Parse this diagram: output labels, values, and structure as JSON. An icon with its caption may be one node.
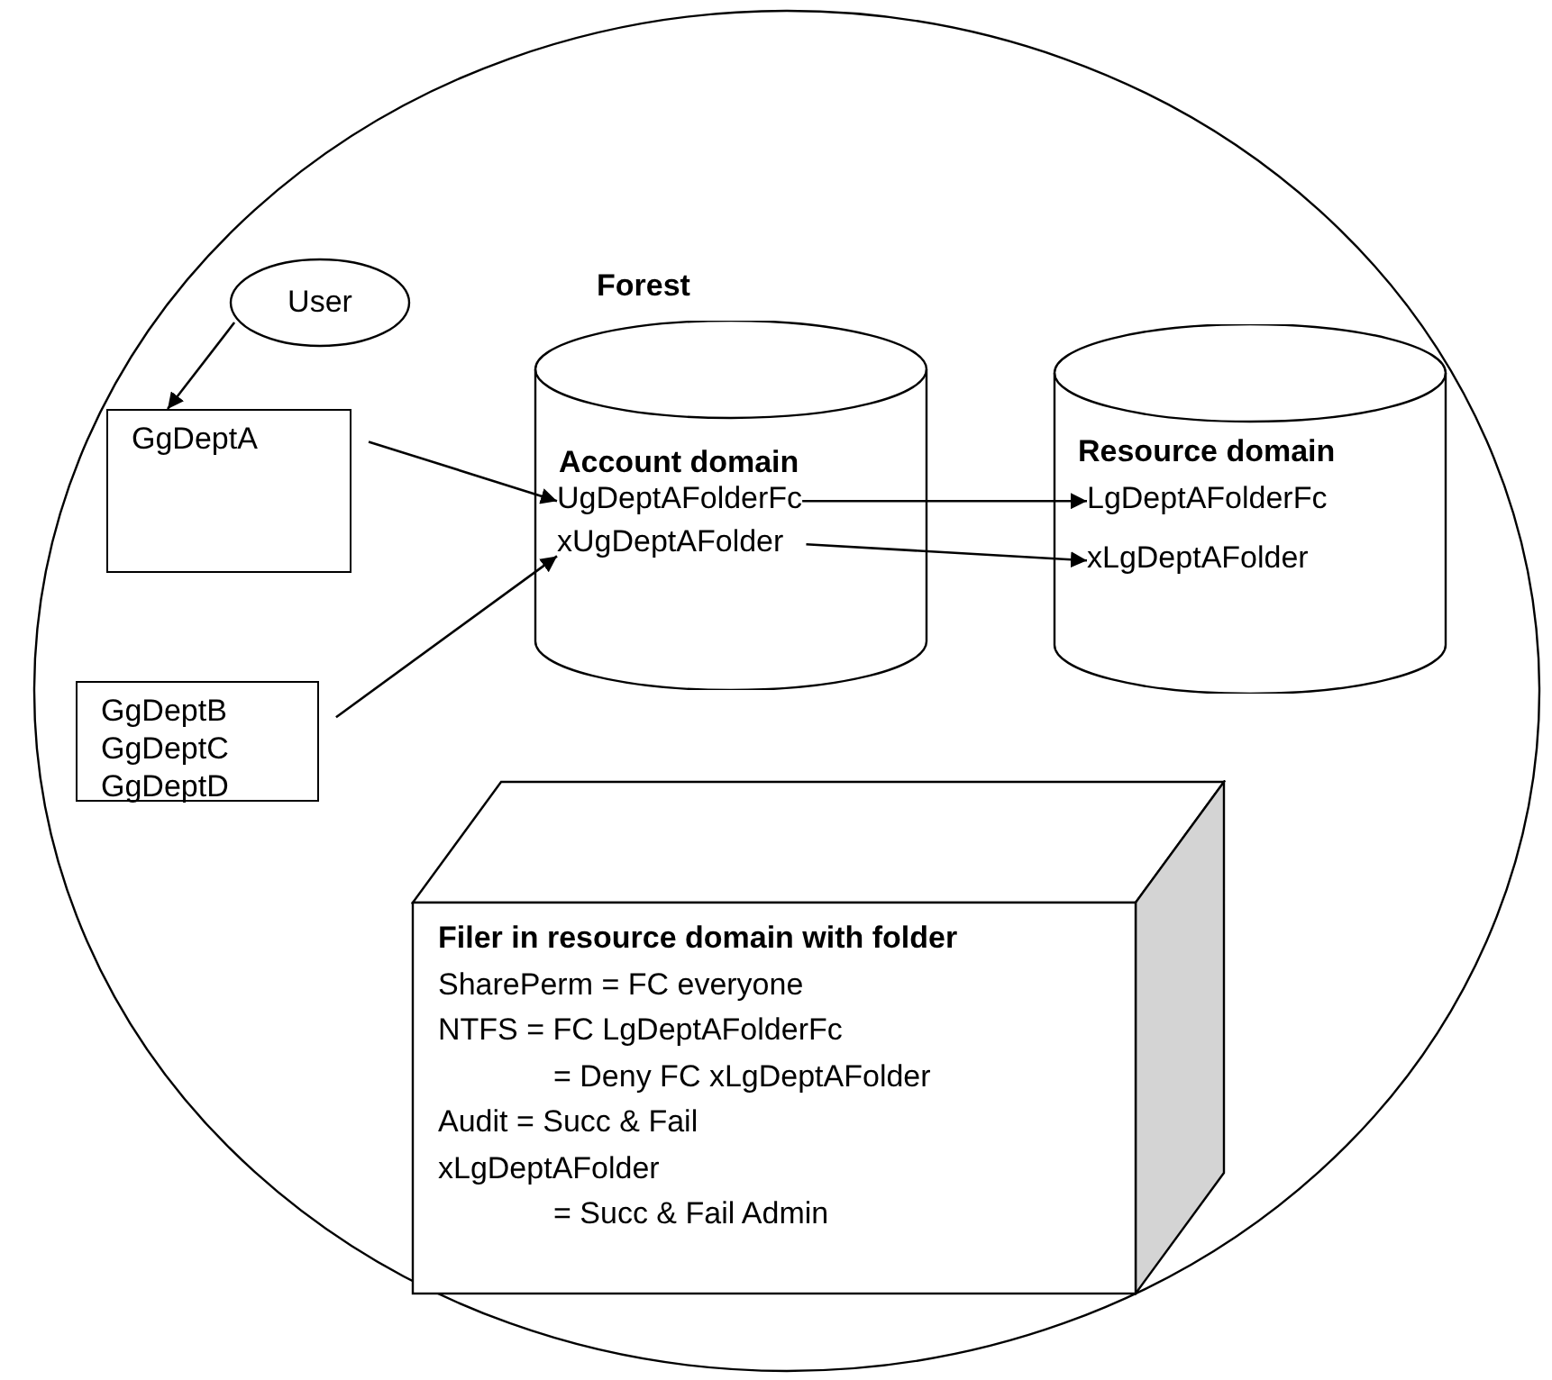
{
  "diagram": {
    "nodes": [
      {
        "text": [
          "Forest"
        ]
      },
      {
        "text": [
          "User"
        ],
        "in": 0
      },
      {
        "text": [
          "GgDeptA"
        ],
        "in": 0
      },
      {
        "text": [
          "GgDeptB",
          "GgDeptC",
          "GgDeptD"
        ],
        "in": 0
      },
      {
        "text": [
          "Account domain"
        ],
        "in": 0
      },
      {
        "text": [
          "UgDeptAFolderFc"
        ],
        "in": 4
      },
      {
        "text": [
          "xUgDeptAFolder"
        ],
        "in": 4
      },
      {
        "text": [
          "Resource domain"
        ],
        "in": 0
      },
      {
        "text": [
          "LgDeptAFolderFc"
        ],
        "in": 7
      },
      {
        "text": [
          "xLgDeptAFolder"
        ],
        "in": 7
      },
      {
        "text": [
          "Filer in resource domain with folder",
          "SharePerm = FC everyone",
          "NTFS = FC LgDeptAFolderFc",
          "= Deny FC xLgDeptAFolder",
          "Audit = Succ & Fail",
          "xLgDeptAFolder",
          "= Succ & Fail Admin"
        ],
        "in": 0
      }
    ],
    "edges": [
      {
        "from": 1,
        "to": 2,
        "arrow": "to"
      },
      {
        "from": 2,
        "to": 5,
        "arrow": "to"
      },
      {
        "from": 3,
        "to": 6,
        "arrow": "to"
      },
      {
        "from": 5,
        "to": 8,
        "arrow": "to"
      },
      {
        "from": 6,
        "to": 9,
        "arrow": "to"
      }
    ]
  }
}
